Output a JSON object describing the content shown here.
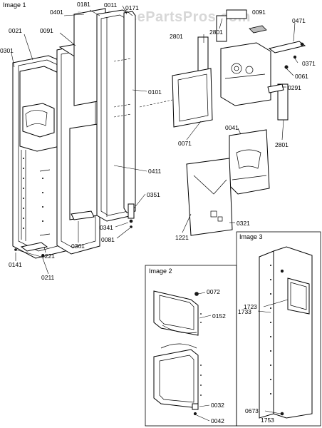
{
  "diagram": {
    "watermark": "AppliancePartsPros.com",
    "images": [
      {
        "title": "Image 1"
      },
      {
        "title": "Image 2"
      },
      {
        "title": "Image 3"
      }
    ],
    "callouts": [
      "0021",
      "0401",
      "0181",
      "0011",
      "0171",
      "0091",
      "0091",
      "0301",
      "0101",
      "2801",
      "2801",
      "2801",
      "0471",
      "0371",
      "0061",
      "0291",
      "0071",
      "0041",
      "0411",
      "0351",
      "0341",
      "0081",
      "0321",
      "1221",
      "0361",
      "0221",
      "0141",
      "0211",
      "0072",
      "0152",
      "0032",
      "0042",
      "1723",
      "1733",
      "0673",
      "1753"
    ]
  }
}
